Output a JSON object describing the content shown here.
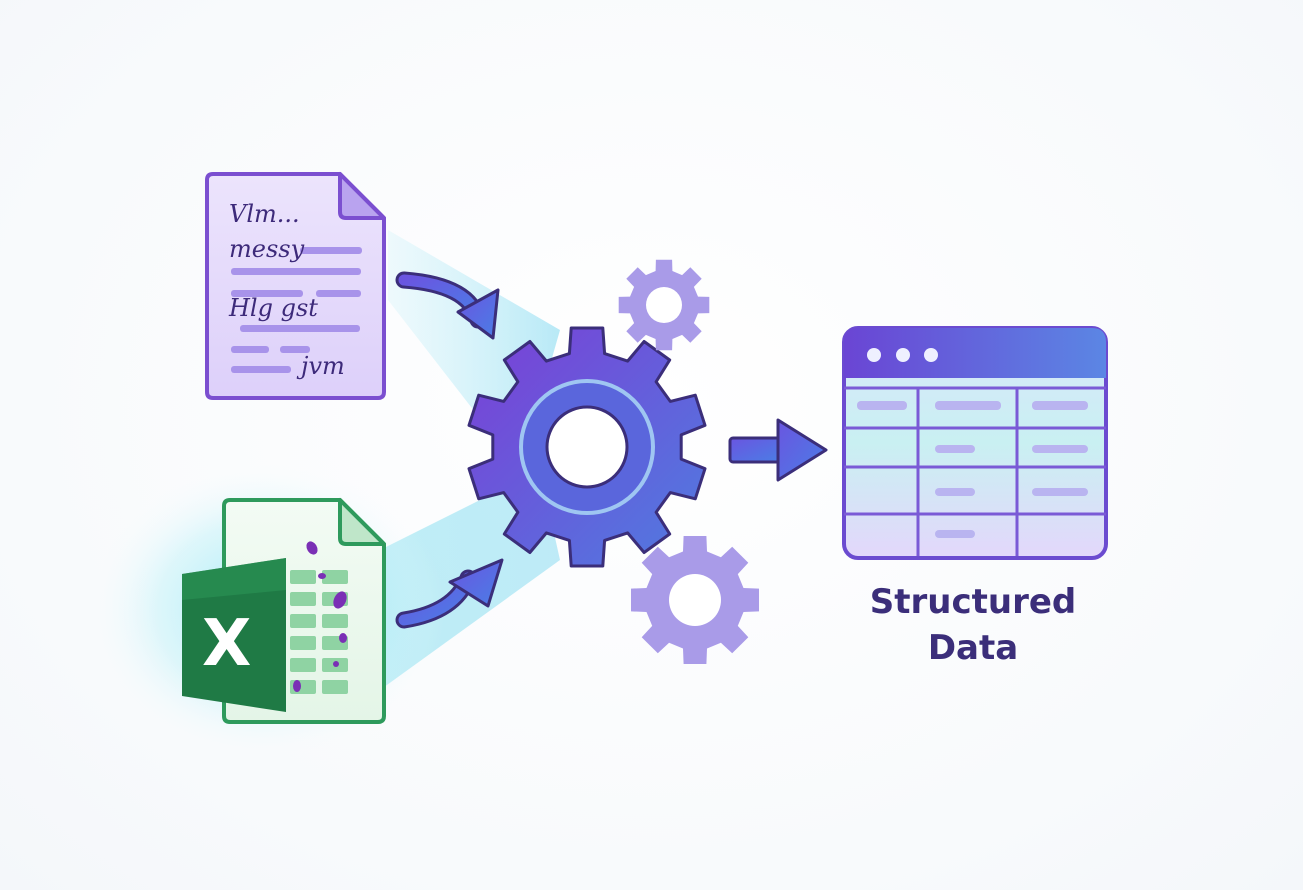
{
  "messy_doc": {
    "lines": [
      "Vlm...",
      "messy",
      "Hlg  gst",
      "jvm"
    ]
  },
  "spreadsheet": {
    "logo_letter": "X",
    "brand_color": "#1f7a45"
  },
  "output": {
    "caption_line1": "Structured",
    "caption_line2": "Data"
  },
  "colors": {
    "purple": "#6a4bd6",
    "blue": "#4f7be0",
    "light_purple": "#a99be8",
    "outline_purple": "#7b4fd0",
    "green": "#1f7a45"
  },
  "icons": [
    "document-icon",
    "spreadsheet-icon",
    "gear-icon",
    "table-window-icon",
    "arrow-icon"
  ]
}
